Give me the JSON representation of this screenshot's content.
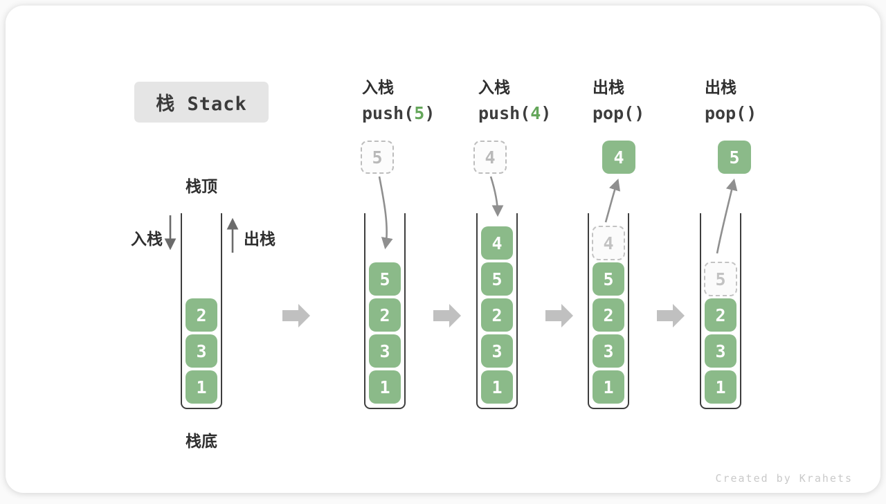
{
  "title": "栈 Stack",
  "watermark": "Created by Krahets",
  "side_labels": {
    "stack_top": "栈顶",
    "stack_bottom": "栈底",
    "push": "入栈",
    "pop": "出栈"
  },
  "colors": {
    "block_green": "#8bba89",
    "accent_green": "#64a65a",
    "dashed_gray": "#bdbdbd",
    "curve_arrow_gray": "#8f8f8f",
    "straight_arrow_gray": "#6b6b6b",
    "flow_arrow_gray": "#c0c0c0",
    "frame_dark": "#3e3e3e",
    "title_bg": "#e5e5e5",
    "text_dark": "#2f2f2f",
    "watermark_gray": "#c9c9c9"
  },
  "icons": {
    "flow": "right-block-arrow",
    "push": "down-arrow",
    "pop": "up-arrow"
  },
  "columns": [
    {
      "name": "initial",
      "stack": [
        "2",
        "3",
        "1"
      ]
    },
    {
      "name": "push-5",
      "op_zh": "入栈",
      "op_code_prefix": "push(",
      "op_code_arg": "5",
      "op_code_suffix": ")",
      "floating_value": "5",
      "floating_style": "dashed",
      "stack": [
        "5",
        "2",
        "3",
        "1"
      ]
    },
    {
      "name": "push-4",
      "op_zh": "入栈",
      "op_code_prefix": "push(",
      "op_code_arg": "4",
      "op_code_suffix": ")",
      "floating_value": "4",
      "floating_style": "dashed",
      "stack": [
        "4",
        "5",
        "2",
        "3",
        "1"
      ]
    },
    {
      "name": "pop-4",
      "op_zh": "出栈",
      "op_code_prefix": "pop(",
      "op_code_arg": "",
      "op_code_suffix": ")",
      "floating_value": "4",
      "floating_style": "solid",
      "ghost_value": "4",
      "stack": [
        "5",
        "2",
        "3",
        "1"
      ]
    },
    {
      "name": "pop-5",
      "op_zh": "出栈",
      "op_code_prefix": "pop(",
      "op_code_arg": "",
      "op_code_suffix": ")",
      "floating_value": "5",
      "floating_style": "solid",
      "ghost_value": "5",
      "stack": [
        "2",
        "3",
        "1"
      ]
    }
  ]
}
